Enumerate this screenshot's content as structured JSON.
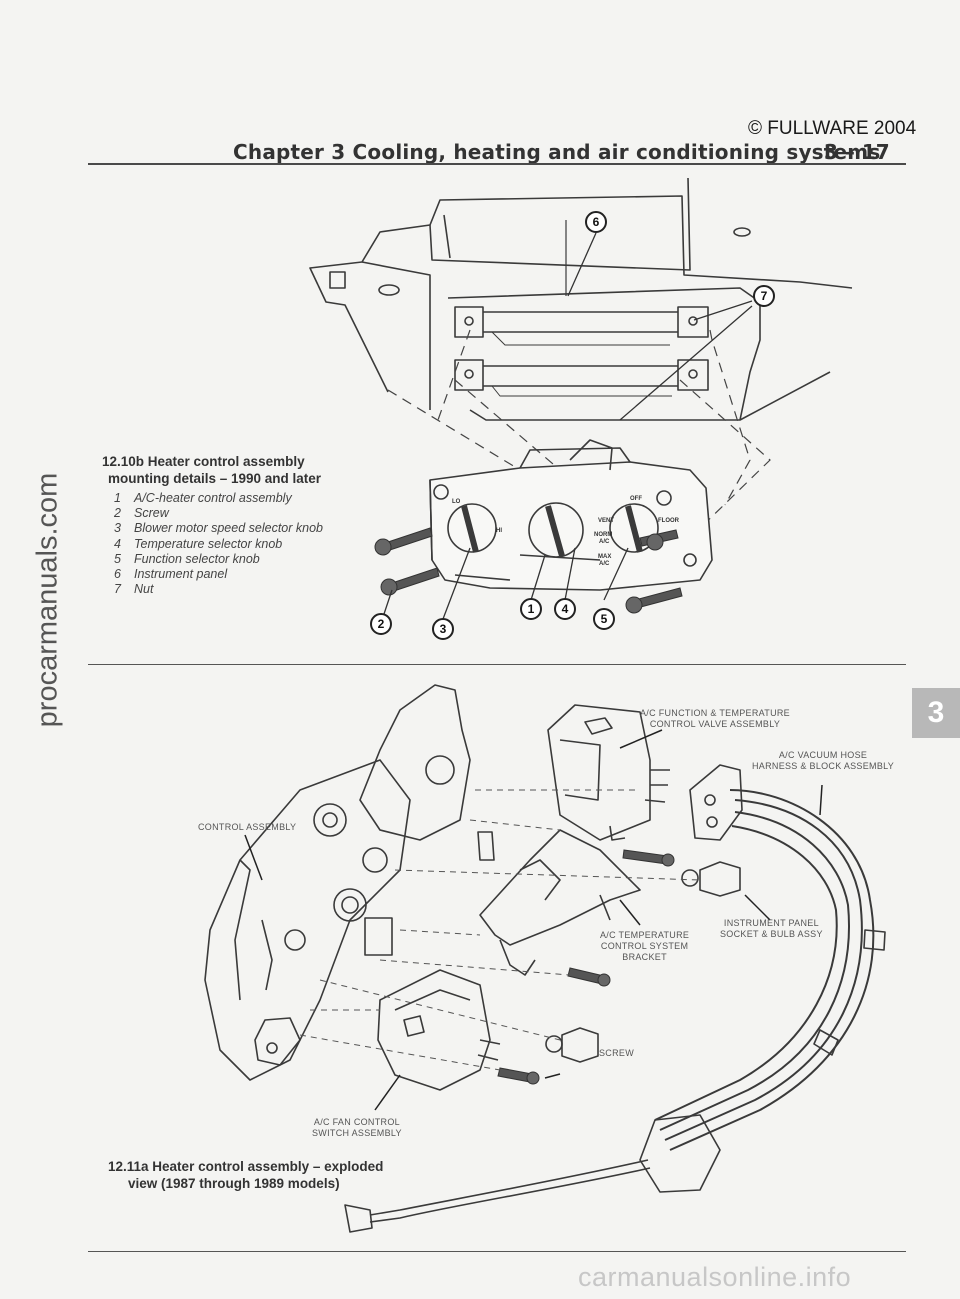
{
  "header": {
    "copyright": "© FULLWARE 2004",
    "chapter_title": "Chapter 3   Cooling, heating and air conditioning systems",
    "page_number": "3 – 17"
  },
  "side_watermark": "procarmanuals.com",
  "bottom_watermark": "carmanualsonline.info",
  "chapter_tab": "3",
  "figure1": {
    "caption_line1": "12.10b  Heater control assembly",
    "caption_line2": "mounting details – 1990 and later",
    "legend": [
      {
        "n": "1",
        "text": "A/C-heater control assembly"
      },
      {
        "n": "2",
        "text": "Screw"
      },
      {
        "n": "3",
        "text": "Blower motor speed selector knob"
      },
      {
        "n": "4",
        "text": "Temperature selector knob"
      },
      {
        "n": "5",
        "text": "Function selector knob"
      },
      {
        "n": "6",
        "text": "Instrument panel"
      },
      {
        "n": "7",
        "text": "Nut"
      }
    ],
    "callouts": [
      "6",
      "7",
      "2",
      "3",
      "1",
      "4",
      "5"
    ],
    "panel_labels": {
      "lo": "LO",
      "hi": "HI",
      "vent": "VENT",
      "off": "OFF",
      "floor": "FLOOR",
      "norm": "NORM",
      "ac": "A/C",
      "max": "MAX",
      "max_ac": "A/C"
    }
  },
  "figure2": {
    "caption_line1": "12.11a  Heater control assembly – exploded",
    "caption_line2": "view (1987 through 1989 models)",
    "labels": {
      "function_valve_1": "A/C FUNCTION & TEMPERATURE",
      "function_valve_2": "CONTROL VALVE ASSEMBLY",
      "vacuum_hose_1": "A/C VACUUM HOSE",
      "vacuum_hose_2": "HARNESS & BLOCK ASSEMBLY",
      "control_assembly": "CONTROL ASSEMBLY",
      "bulb_1": "INSTRUMENT PANEL",
      "bulb_2": "SOCKET & BULB ASSY",
      "bracket_1": "A/C TEMPERATURE",
      "bracket_2": "CONTROL SYSTEM",
      "bracket_3": "BRACKET",
      "screw": "SCREW",
      "fan_switch_1": "A/C FAN CONTROL",
      "fan_switch_2": "SWITCH ASSEMBLY"
    }
  }
}
